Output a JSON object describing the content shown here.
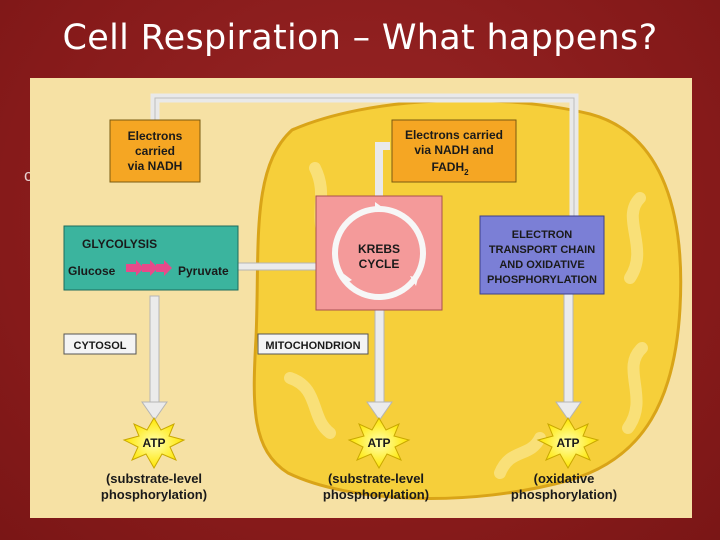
{
  "slide": {
    "title": "Cell Respiration – What happens?",
    "bullet_stub": "c"
  },
  "diagram": {
    "nadh_box": [
      "Electrons",
      "carried",
      "via NADH"
    ],
    "nadh_fadh_box": {
      "line1": "Electrons carried",
      "line2": "via NADH and",
      "fadh_main": "FADH",
      "fadh_sub": "2"
    },
    "glycolysis": {
      "title": "GLYCOLYSIS",
      "glucose": "Glucose",
      "pyruvate": "Pyruvate"
    },
    "krebs": [
      "KREBS",
      "CYCLE"
    ],
    "etc": [
      "ELECTRON",
      "TRANSPORT CHAIN",
      "AND OXIDATIVE",
      "PHOSPHORYLATION"
    ],
    "cytosol_label": "CYTOSOL",
    "mitochondrion_label": "MITOCHONDRION",
    "atp_outputs": [
      {
        "label": "ATP",
        "note_line1": "(substrate-level",
        "note_line2": "phosphorylation)"
      },
      {
        "label": "ATP",
        "note_line1": "(substrate-level",
        "note_line2": "phosphorylation)"
      },
      {
        "label": "ATP",
        "note_line1": "(oxidative",
        "note_line2": "phosphorylation)"
      }
    ],
    "colors": {
      "background": "#8f1f1f",
      "panel": "#f6e1a4",
      "mitochondrion": "#f6cf3a",
      "electron_box": "#f5a623",
      "glycolysis": "#3bb49e",
      "krebs": "#f49a9a",
      "etc": "#7b7fd6",
      "atp_star": "#fff200"
    }
  }
}
